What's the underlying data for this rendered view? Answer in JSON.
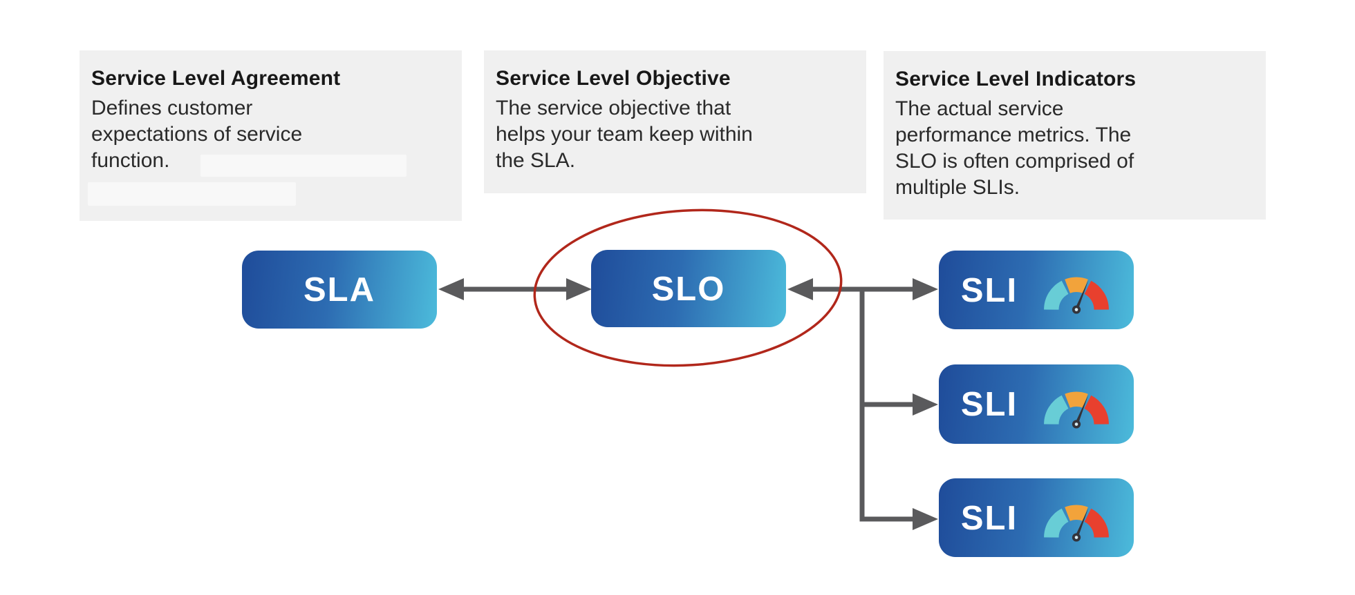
{
  "cards": [
    {
      "title": "Service Level Agreement",
      "body_lines": [
        "Defines customer",
        "expectations of service",
        "function."
      ]
    },
    {
      "title": "Service Level Objective",
      "body_lines": [
        "The service objective that",
        "helps your team keep within",
        "the SLA."
      ]
    },
    {
      "title": "Service Level Indicators",
      "body_lines": [
        "The actual service",
        "performance metrics. The",
        "SLO is often comprised of",
        "multiple SLIs."
      ]
    }
  ],
  "nodes": {
    "sla": {
      "label": "SLA"
    },
    "slo": {
      "label": "SLO",
      "highlighted": true
    },
    "sli": [
      {
        "label": "SLI",
        "icon": "speedometer-gauge-icon"
      },
      {
        "label": "SLI",
        "icon": "speedometer-gauge-icon"
      },
      {
        "label": "SLI",
        "icon": "speedometer-gauge-icon"
      }
    ]
  },
  "colors": {
    "node_gradient_start": "#1f4c9a",
    "node_gradient_end": "#4cbbdb",
    "arrow": "#5a5a5c",
    "highlight_ellipse": "#b1271b",
    "card_bg": "#f0f0f0",
    "redaction_bg": "#f8f8f8",
    "gauge_teal": "#68cdd6",
    "gauge_orange": "#f2a33b",
    "gauge_red": "#e8402e",
    "gauge_needle": "#33333a"
  }
}
